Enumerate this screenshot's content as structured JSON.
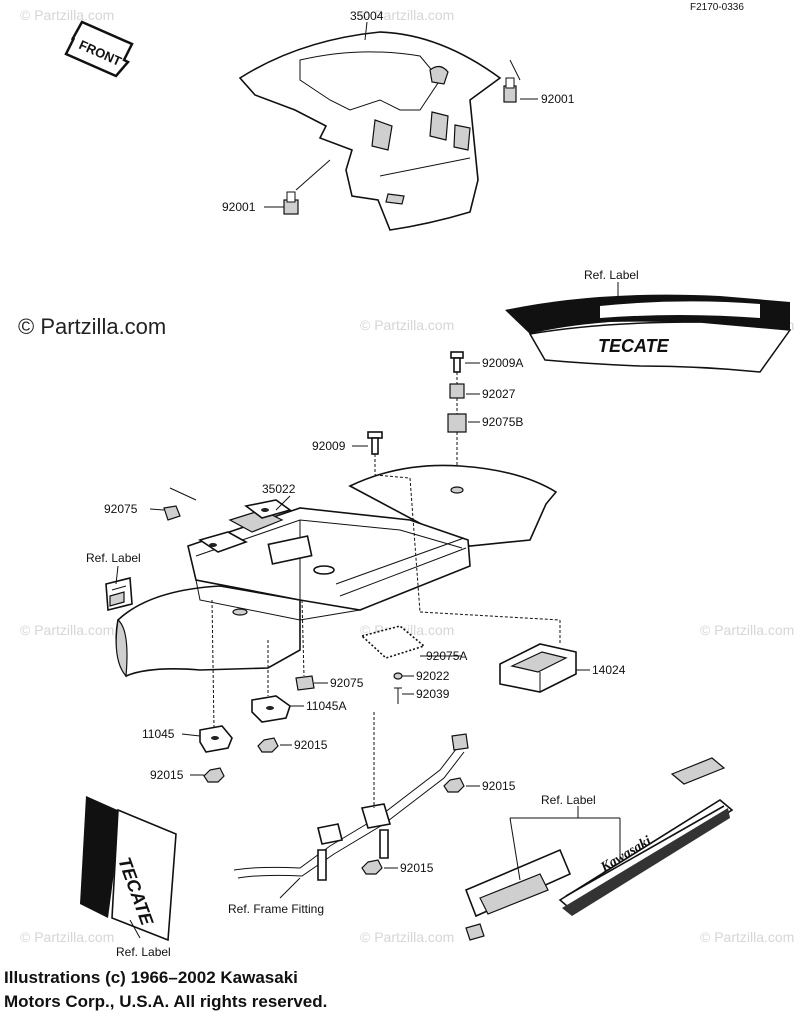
{
  "diagram_code": "F2170-0336",
  "watermark": {
    "main": "© Partzilla.com",
    "tile": "© Partzilla.com"
  },
  "front_badge": "FRONT",
  "parts": [
    "35004",
    "92001",
    "92001",
    "Ref. Label",
    "92009A",
    "92027",
    "92075B",
    "92009",
    "35022",
    "92075",
    "Ref. Label",
    "92075A",
    "14024",
    "92075",
    "92022",
    "92039",
    "11045A",
    "11045",
    "92015",
    "92015",
    "92015",
    "Ref. Label",
    "92015",
    "Ref. Frame Fitting",
    "Ref. Label"
  ],
  "decal_texts": {
    "tecate_top": "TECATE",
    "tecate_left": "TECATE",
    "kawasaki": "Kawasaki"
  },
  "footer": {
    "line1": "Illustrations (c) 1966–2002 Kawasaki",
    "line2": "Motors Corp., U.S.A.  All rights reserved."
  }
}
